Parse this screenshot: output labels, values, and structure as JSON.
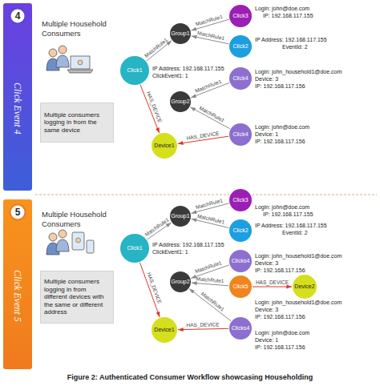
{
  "diagram": {
    "caption": "Figure 2: Authenticated Consumer Workflow showcasing Householding",
    "nodes": [
      {
        "text": [
          "Click Event 4"
        ]
      },
      {
        "text": [
          "4"
        ],
        "in": 0
      },
      {
        "text": [
          "Multiple consumers logging in from the same device"
        ]
      },
      {
        "text": [
          "Click3"
        ]
      },
      {
        "text": [
          "Group1"
        ]
      },
      {
        "text": [
          "Click2"
        ]
      },
      {
        "text": [
          "Click1"
        ]
      },
      {
        "text": [
          "Click4"
        ]
      },
      {
        "text": [
          "Group2"
        ]
      },
      {
        "text": [
          "Device1"
        ]
      },
      {
        "text": [
          "Click4"
        ]
      },
      {
        "text": [
          "Click Event 5"
        ]
      },
      {
        "text": [
          "5"
        ],
        "in": 11
      },
      {
        "text": [
          "Multiple consumers logging in from different devices with the same or different address"
        ]
      },
      {
        "text": [
          "Click3"
        ]
      },
      {
        "text": [
          "Group1"
        ]
      },
      {
        "text": [
          "Click2"
        ]
      },
      {
        "text": [
          "Click1"
        ]
      },
      {
        "text": [
          "Clicks4"
        ]
      },
      {
        "text": [
          "Group2"
        ]
      },
      {
        "text": [
          "Click5"
        ]
      },
      {
        "text": [
          "Device2"
        ]
      },
      {
        "text": [
          "Device1"
        ]
      },
      {
        "text": [
          "Clicks4"
        ]
      }
    ],
    "edges": [
      {
        "from": 6,
        "to": 4,
        "label": "MatchRule1",
        "arrow": "to"
      },
      {
        "from": 3,
        "to": 4,
        "label": "MatchRule1",
        "arrow": "to"
      },
      {
        "from": 5,
        "to": 4,
        "label": "MatchRule1",
        "arrow": "to"
      },
      {
        "from": 7,
        "to": 8,
        "label": "MatchRule1",
        "arrow": "to"
      },
      {
        "from": 10,
        "to": 8,
        "label": "MatchRule1",
        "arrow": "to"
      },
      {
        "from": 6,
        "to": 9,
        "label": "HAS_DEVICE",
        "arrow": "to"
      },
      {
        "from": 10,
        "to": 9,
        "label": "HAS_DEVICE",
        "arrow": "to"
      },
      {
        "from": 17,
        "to": 15,
        "label": "MatchRule1",
        "arrow": "to"
      },
      {
        "from": 14,
        "to": 15,
        "label": "MatchRule1",
        "arrow": "to"
      },
      {
        "from": 16,
        "to": 15,
        "label": "MatchRule1",
        "arrow": "to"
      },
      {
        "from": 18,
        "to": 19,
        "label": "MatchRule1",
        "arrow": "to"
      },
      {
        "from": 20,
        "to": 19,
        "label": "MatchRule1",
        "arrow": "to"
      },
      {
        "from": 23,
        "to": 19,
        "label": "MatchRule1",
        "arrow": "to"
      },
      {
        "from": 20,
        "to": 21,
        "label": "HAS_DEVICE",
        "arrow": "to"
      },
      {
        "from": 17,
        "to": 22,
        "label": "HAS_DEVICE",
        "arrow": "to"
      },
      {
        "from": 23,
        "to": 22,
        "label": "HAS_DEVICE",
        "arrow": "to"
      }
    ],
    "labels": [
      "Multiple Household Consumers",
      "Login: john@doe.com",
      "IP: 192.168.117.155",
      "IP Address: 192.168.117.155",
      "EventId: 2",
      "IP Address: 192.168.117.155",
      "ClickEvent1: 1",
      "Login: john_household1@doe.com",
      "Device: 3",
      "IP: 192.168.117.156",
      "Login: john@doe.com",
      "Device: 1",
      "IP: 192.168.117.156",
      "Multiple Household Consumers",
      "Login: john@doe.com",
      "IP: 192.168.117.155",
      "IP Address: 192.168.117.155",
      "EventId: 2",
      "IP Address: 192.168.117.155",
      "ClickEvent1: 1",
      "Login: john_household1@doe.com",
      "Device: 3",
      "IP: 192.168.117.156",
      "Login: john_household1@doe.com",
      "Device: 3",
      "IP: 192.168.117.156",
      "Login: john@doe.com",
      "Device: 1",
      "IP: 192.168.117.156"
    ]
  }
}
